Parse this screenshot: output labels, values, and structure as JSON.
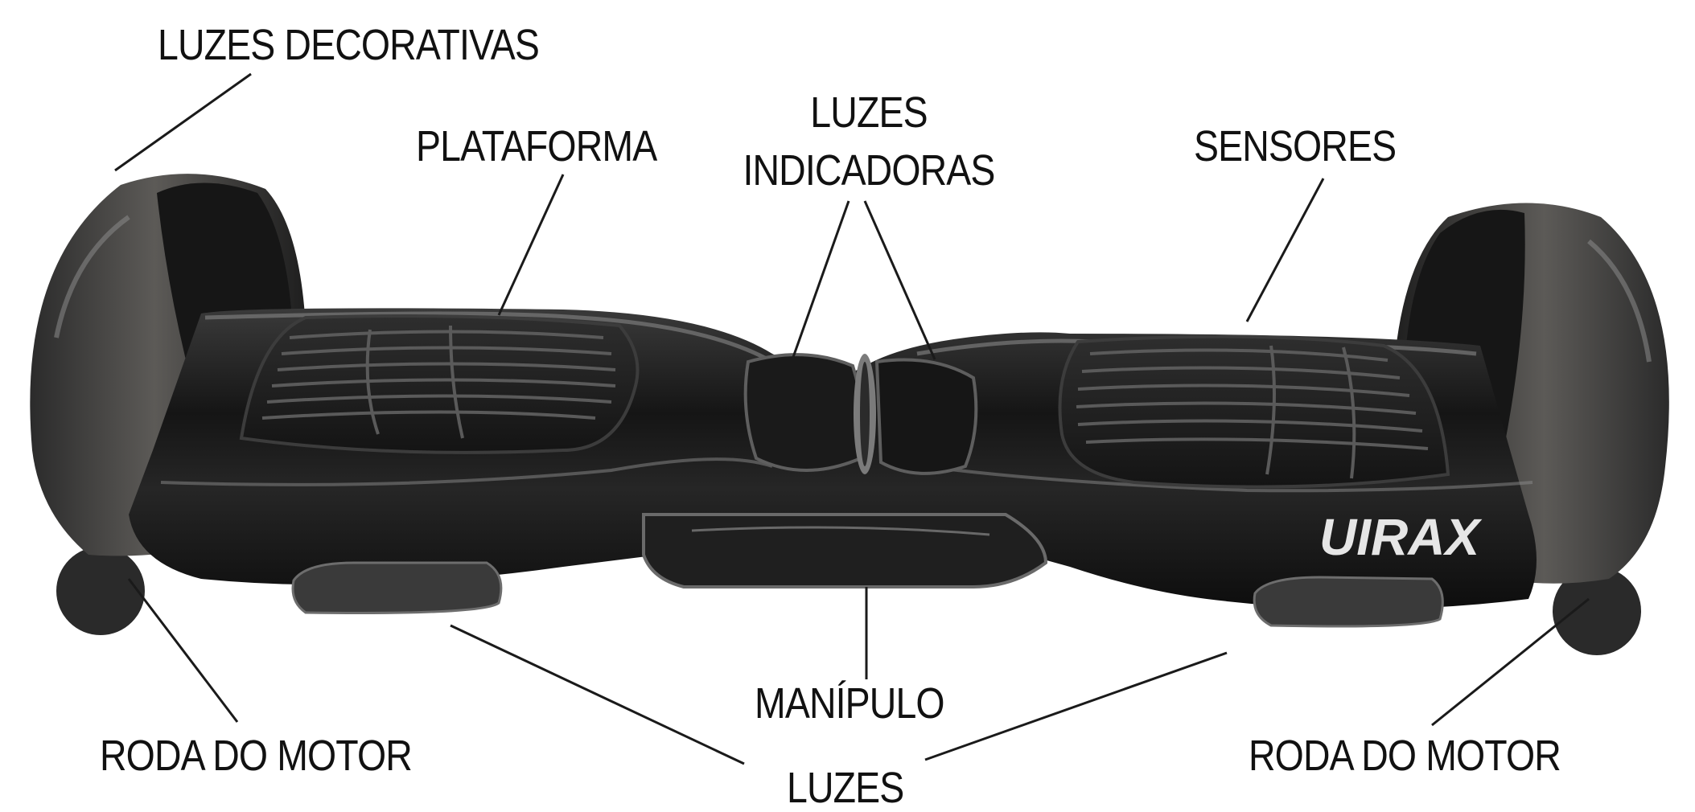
{
  "labels": {
    "luzes_decorativas": "LUZES DECORATIVAS",
    "plataforma": "PLATAFORMA",
    "luzes_indicadoras_line1": "LUZES",
    "luzes_indicadoras_line2": "INDICADORAS",
    "sensores": "SENSORES",
    "manipulo": "MANÍPULO",
    "roda_do_motor_left": "RODA DO MOTOR",
    "roda_do_motor_right": "RODA DO MOTOR",
    "luzes": "LUZES"
  },
  "brand": "UIRAX",
  "colors": {
    "label_text": "#111111",
    "leader_line": "#1a1a1a",
    "body_dark": "#1c1c1c",
    "body_highlight": "#6e6e6e",
    "tyre": "#2a2a2a",
    "wheel_cover": "#4b4a48",
    "brand_text": "#e6e6e6"
  }
}
